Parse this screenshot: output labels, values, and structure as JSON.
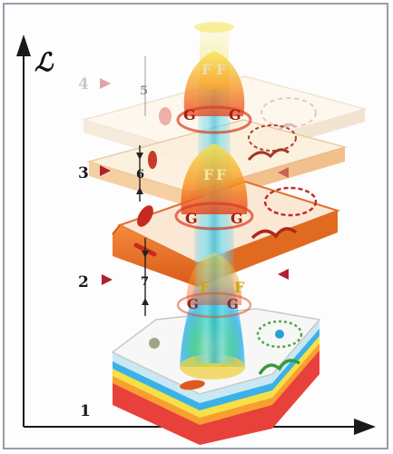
{
  "axis": {
    "y_symbol": "ℒ"
  },
  "levels": [
    {
      "id": "1",
      "label": "1"
    },
    {
      "id": "2",
      "label": "2"
    },
    {
      "id": "3",
      "label": "3"
    },
    {
      "id": "4",
      "label": "4"
    }
  ],
  "gaps": [
    {
      "id": "5",
      "label": "5"
    },
    {
      "id": "6",
      "label": "6"
    },
    {
      "id": "7",
      "label": "7"
    }
  ],
  "letters": {
    "F": "F",
    "G": "G"
  },
  "colors": {
    "plate_base_top": "#f4f4f4",
    "plate_orange": "#f07a2c",
    "plate_cream": "#fbecd6",
    "organelle_red": "#c62a1e",
    "marker_red": "#b02030",
    "beam_cyan": "#5fd0e8",
    "beam_yellow": "#f6e65a",
    "beam_orange": "#f08a28"
  }
}
